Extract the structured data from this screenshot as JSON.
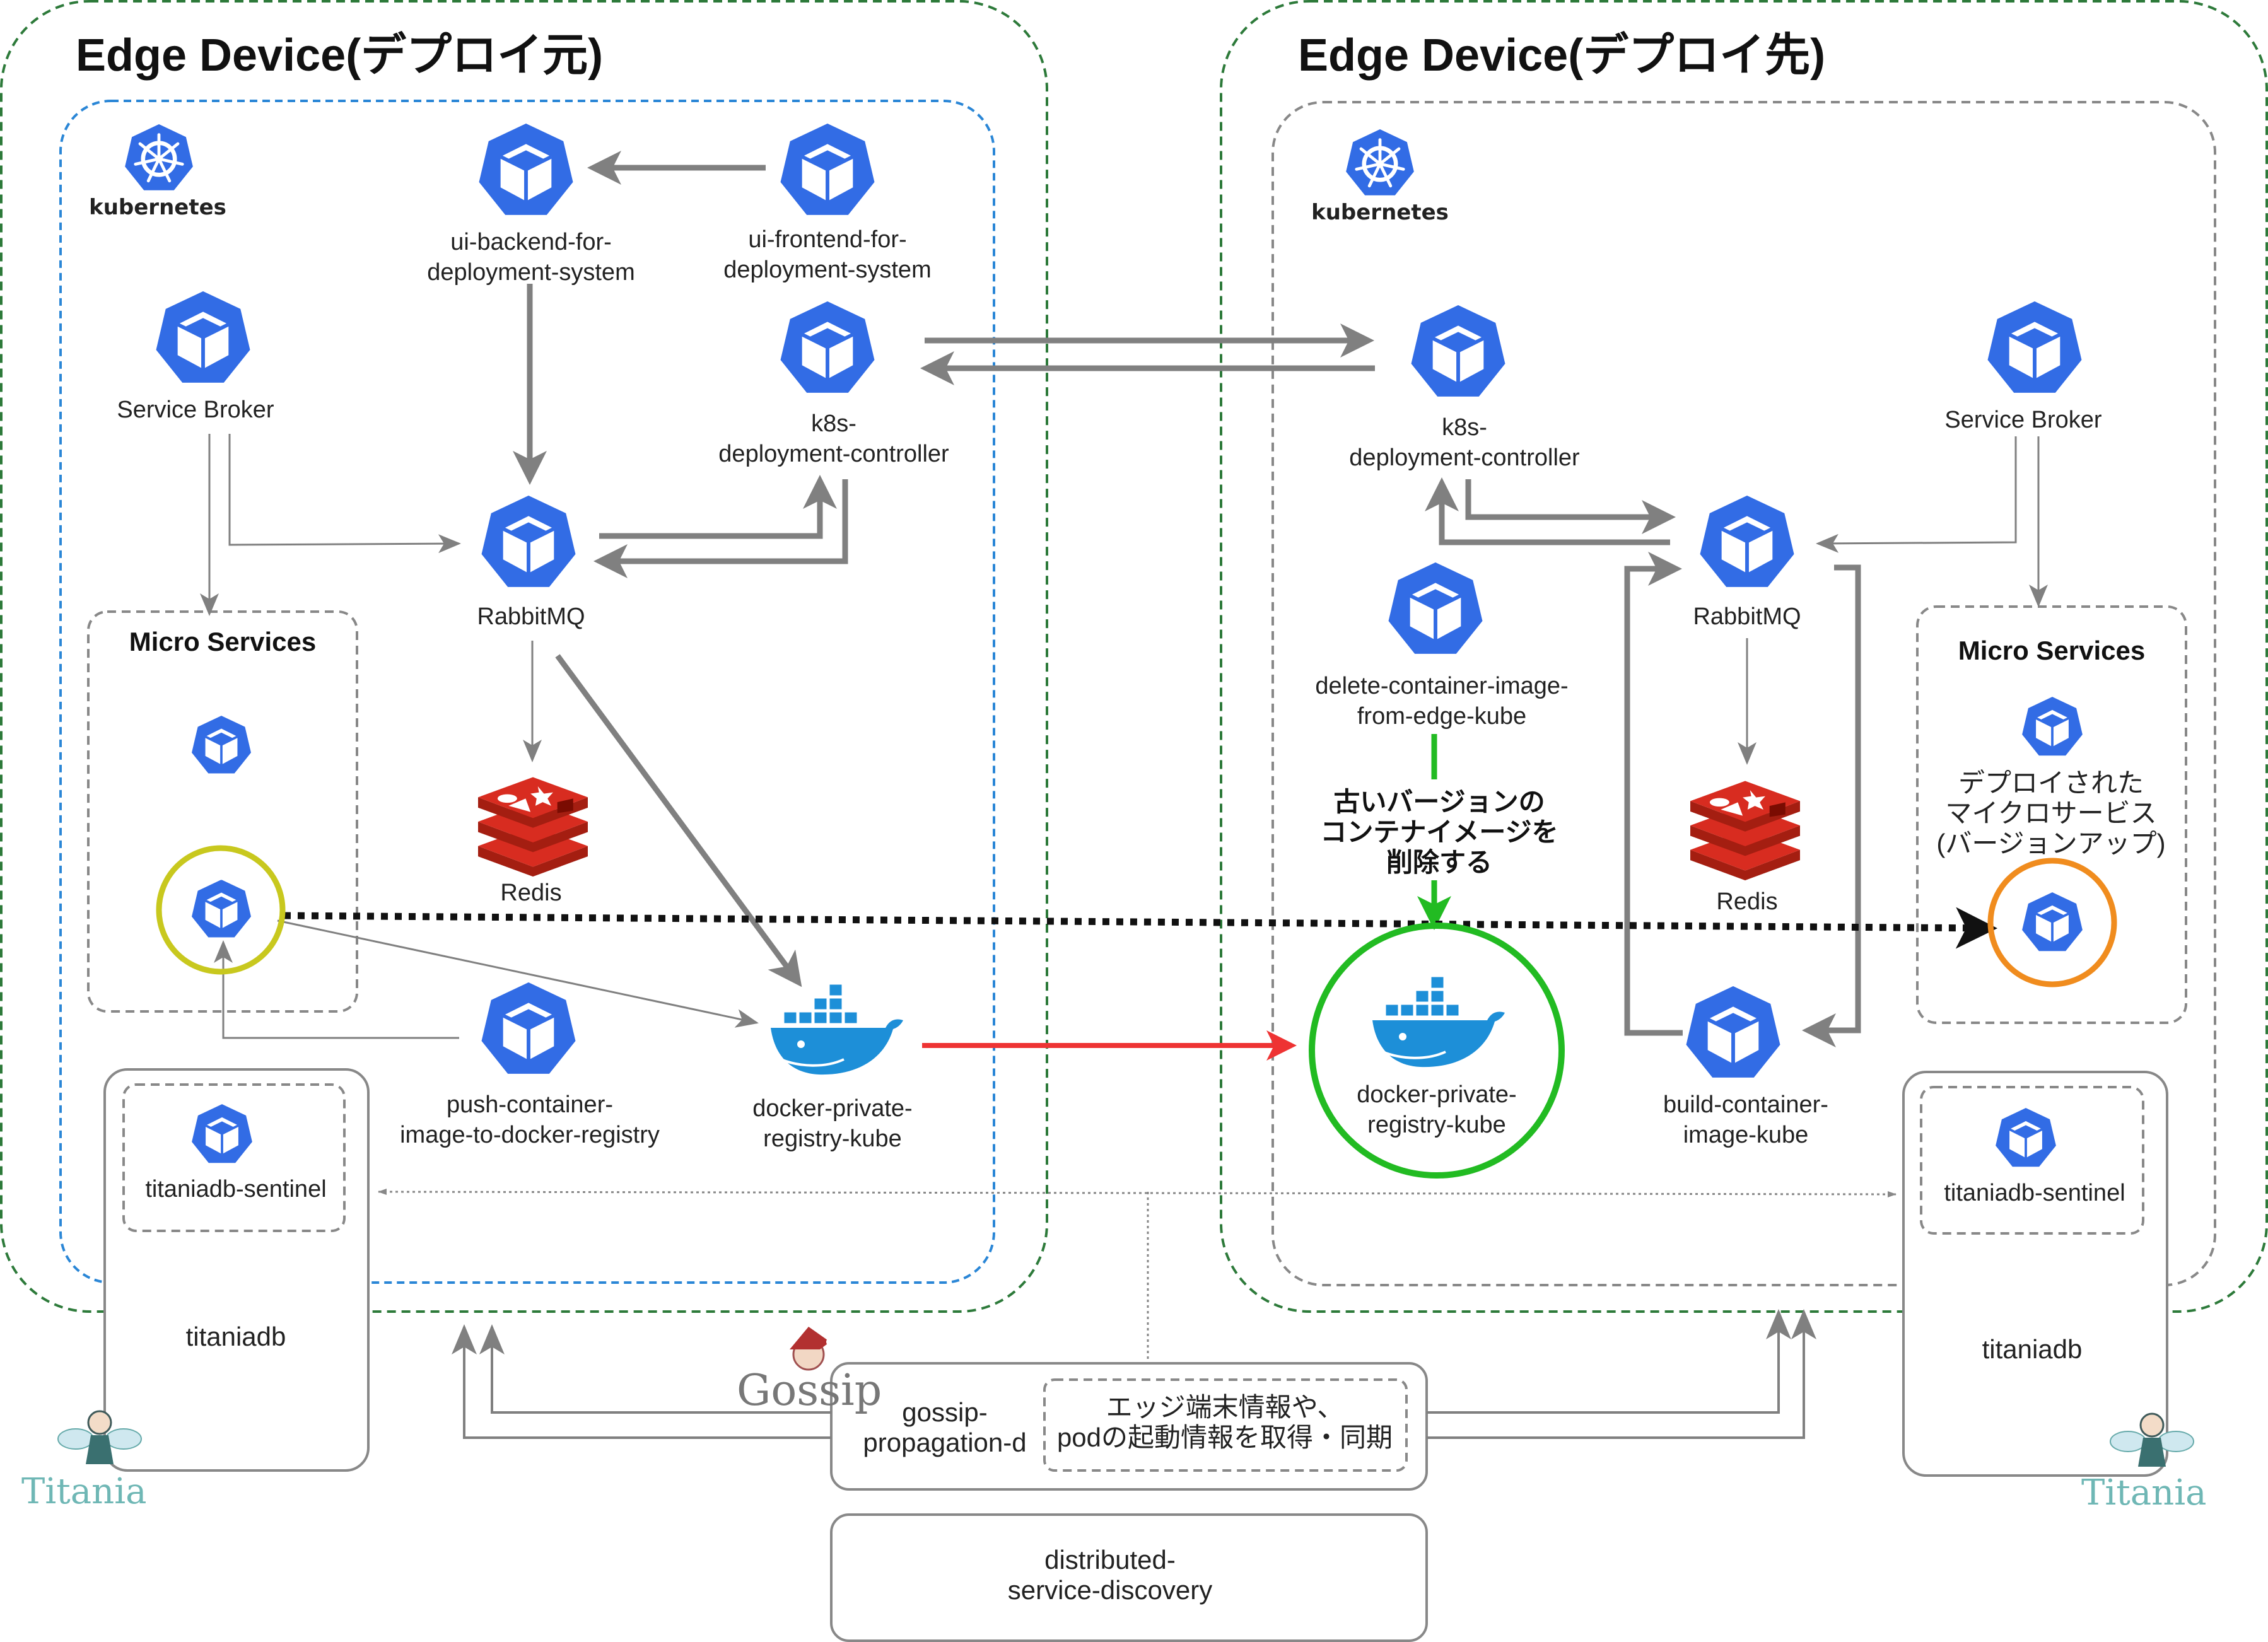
{
  "left_device": {
    "title": "Edge Device(デプロイ元)",
    "k8s_label": "kubernetes",
    "ui_backend": "ui-backend-for-\ndeployment-system",
    "ui_frontend": "ui-frontend-for-\ndeployment-system",
    "service_broker": "Service Broker",
    "k8s_controller": "k8s-\ndeployment-controller",
    "rabbitmq": "RabbitMQ",
    "redis": "Redis",
    "micro_services": "Micro Services",
    "push_container": "push-container-\nimage-to-docker-registry",
    "docker_registry": "docker-private-\nregistry-kube",
    "sentinel": "titaniadb-sentinel",
    "titaniadb": "titaniadb"
  },
  "right_device": {
    "title": "Edge Device(デプロイ先)",
    "k8s_label": "kubernetes",
    "k8s_controller": "k8s-\ndeployment-controller",
    "service_broker": "Service Broker",
    "rabbitmq": "RabbitMQ",
    "redis": "Redis",
    "delete_container": "delete-container-image-\nfrom-edge-kube",
    "delete_note": "古いバージョンの\nコンテナイメージを\n削除する",
    "docker_registry": "docker-private-\nregistry-kube",
    "build_container": "build-container-\nimage-kube",
    "micro_services": "Micro Services",
    "deployed_service": "デプロイされた\nマイクロサービス\n(バージョンアップ)",
    "sentinel": "titaniadb-sentinel",
    "titaniadb": "titaniadb"
  },
  "gossip": {
    "logo_text": "Gossip",
    "name": "gossip-\npropagation-d",
    "note": "エッジ端末情報や、\npodの起動情報を取得・同期"
  },
  "discovery": {
    "name": "distributed-\nservice-discovery"
  },
  "titania_logo": "Titania",
  "colors": {
    "k8s_blue": "#326ce5",
    "arrow_gray": "#808080",
    "red_arrow": "#ee3333",
    "green": "#22bb22",
    "yellow_circle": "#c8c81e",
    "orange_circle": "#f08c1e",
    "redis_red": "#d82c20",
    "docker_blue": "#1d8fd8",
    "frame_green": "#2d7a3a",
    "frame_blue": "#2a86d6"
  }
}
